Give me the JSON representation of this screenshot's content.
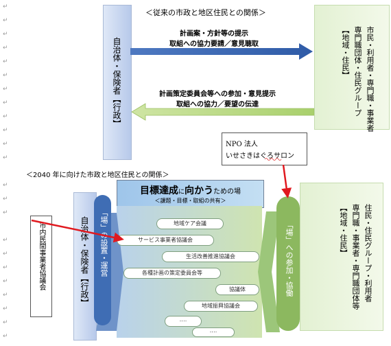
{
  "top": {
    "title": "＜従来の市政と地区住民との関係＞",
    "left_box": "自治体・保険者【行政】",
    "right_box_col1": "市民・利用者・専門職・事業者",
    "right_box_col2": "専門職団体・住民グループ",
    "right_box_col3": "【地域・住民】",
    "arrow_right_line1": "計画案・方針等の提示",
    "arrow_right_line2": "取組への協力要請／意見聴取",
    "arrow_left_line1": "計画策定委員会等への参加・意見提示",
    "arrow_left_line2": "取組への協力／要望の伝達"
  },
  "npo_note": {
    "line1": "NPO 法人",
    "line2": "いせさきはぐろサロン"
  },
  "bottom": {
    "title": "＜2040 年に向けた市政と地区住民との関係＞",
    "left_box": "自治体・保険者【行政】",
    "left_pill": "「場」の設置・運営",
    "right_pill": "「場」への参加・協働",
    "right_box_col1": "住民・住民グループ・利用者",
    "right_box_col2": "専門職・事業者・専門職団体等",
    "right_box_col3": "【地域・住民】",
    "goal_title_a": "目標達成",
    "goal_title_b": "に",
    "goal_title_c": "向かう",
    "goal_title_d": "ための場",
    "goal_subtitle": "＜課題・目標・取組の共有＞",
    "items": [
      "地域ケア会議",
      "サービス事業者協議会",
      "生活改善推進協議会",
      "各種計画の策定委員会等",
      "協議体",
      "地域振興協議会",
      "‥‥",
      "‥‥"
    ]
  },
  "side_note": "市内民間事業者協議会"
}
